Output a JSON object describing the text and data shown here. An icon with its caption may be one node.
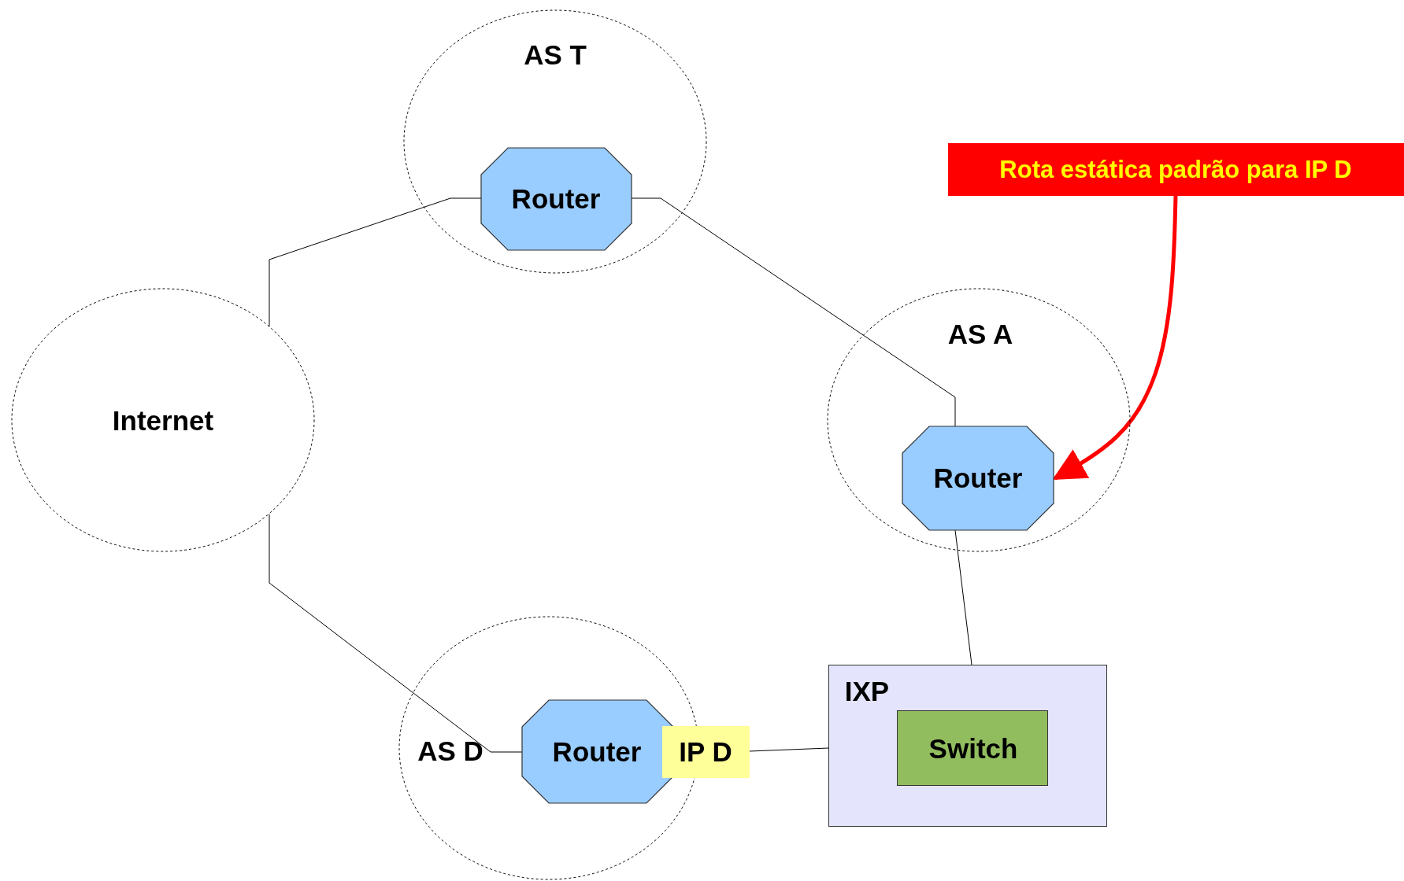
{
  "diagram": {
    "nodes": [
      {
        "text": [
          "AS T"
        ]
      },
      {
        "text": [
          "Router"
        ],
        "in": 0
      },
      {
        "text": [
          "Rota estática padrão para IP D"
        ]
      },
      {
        "text": [
          "Internet"
        ]
      },
      {
        "text": [
          "AS A"
        ]
      },
      {
        "text": [
          "Router"
        ],
        "in": 4
      },
      {
        "text": [
          "IXP"
        ]
      },
      {
        "text": [
          "Switch"
        ],
        "in": 6
      },
      {
        "text": [
          "AS D"
        ]
      },
      {
        "text": [
          "Router"
        ],
        "in": 8
      },
      {
        "text": [
          "IP D"
        ]
      }
    ],
    "edges": [
      {
        "from": 3,
        "to": 1,
        "arrow": "none"
      },
      {
        "from": 1,
        "to": 5,
        "arrow": "none"
      },
      {
        "from": 3,
        "to": 9,
        "arrow": "none"
      },
      {
        "from": 5,
        "to": 7,
        "arrow": "none"
      },
      {
        "from": 10,
        "to": 7,
        "arrow": "none"
      },
      {
        "from": 2,
        "to": 5,
        "arrow": "to",
        "style": "thick",
        "color": "#ff0000"
      }
    ]
  }
}
